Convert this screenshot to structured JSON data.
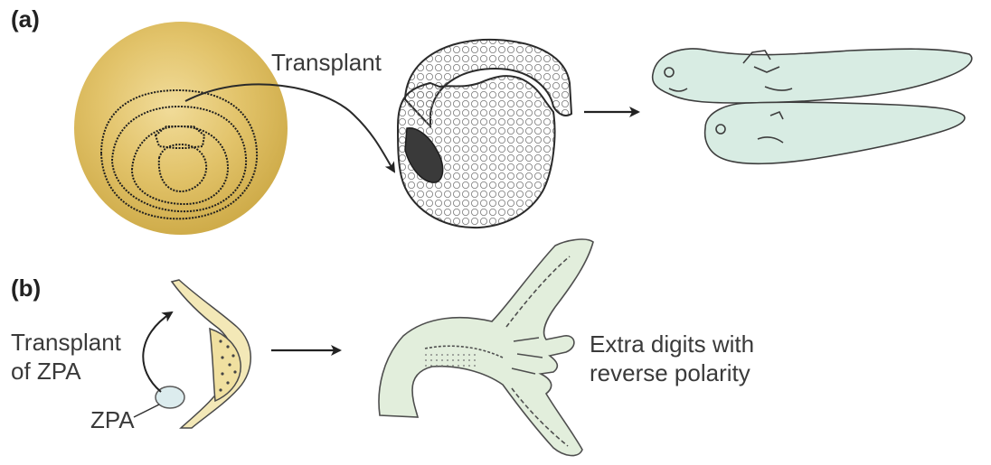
{
  "panels": {
    "a": {
      "label": "(a)",
      "arrow_label": "Transplant"
    },
    "b": {
      "label": "(b)",
      "arrow_label_line1": "Transplant",
      "arrow_label_line2": "of ZPA",
      "zpa_label": "ZPA",
      "result_label_line1": "Extra digits with",
      "result_label_line2": "reverse polarity"
    }
  },
  "colors": {
    "egg_gold": "#d4b453",
    "egg_light": "#ecd58a",
    "tadpole_fill": "#d6ece4",
    "limb_fill": "#f5edbd",
    "ink": "#2b2b2b",
    "hand_fill": "#e4efdd"
  }
}
